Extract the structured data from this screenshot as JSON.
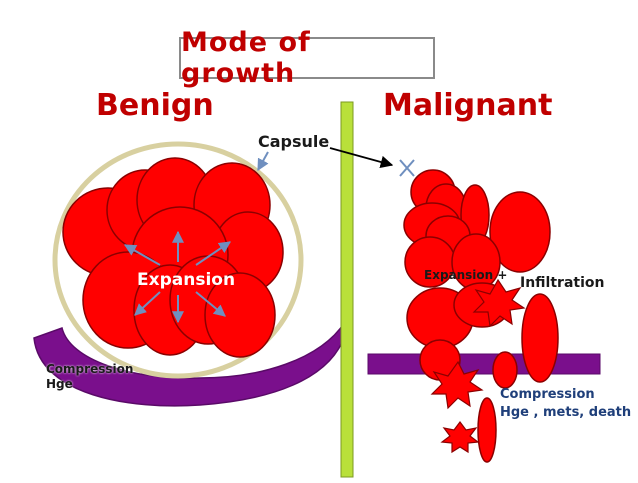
{
  "title": "Mode of growth",
  "headings": {
    "benign": "Benign",
    "malignant": "Malignant"
  },
  "labels": {
    "capsule": "Capsule",
    "expansion_benign": "Expansion",
    "compression_benign_line1": "Compression",
    "compression_benign_line2": "Hge",
    "expansion_malignant": "Expansion +",
    "infiltration": "Infiltration",
    "compression_malignant_line1": "Compression",
    "compression_malignant_line2": "Hge , mets, death"
  },
  "colors": {
    "title_red": "#c00000",
    "cell_red": "#ff0000",
    "cell_outline": "#8b0000",
    "capsule": "#d8d0a0",
    "divider": "#b9e03a",
    "membrane": "#7a0f8c",
    "arrow": "#6f8fbf",
    "label_white": "#ffffff",
    "label_dark": "#1a1a1a",
    "compression_label": "#1f3f7a"
  }
}
